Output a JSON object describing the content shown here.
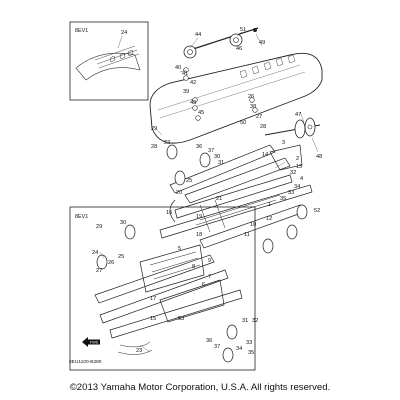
{
  "diagram": {
    "inset_top_label": "8EV1",
    "inset_bottom_label": "8EV1",
    "drawing_code": "8EU1100-B280",
    "copyright": "©2013 Yamaha Motor Corporation, U.S.A. All rights reserved.",
    "fwd_badge": "FWD"
  },
  "callouts": [
    "24",
    "44",
    "51",
    "49",
    "46",
    "41",
    "40",
    "42",
    "43",
    "39",
    "45",
    "26",
    "38",
    "27",
    "50",
    "28",
    "47",
    "48",
    "29",
    "28",
    "22",
    "36",
    "37",
    "30",
    "31",
    "25",
    "20",
    "21",
    "2",
    "13",
    "32",
    "4",
    "3",
    "34",
    "33",
    "35",
    "1",
    "14",
    "52",
    "12",
    "10",
    "11",
    "19",
    "16",
    "18",
    "17",
    "8",
    "5",
    "7",
    "6",
    "9",
    "15",
    "23",
    "53",
    "31",
    "32",
    "33",
    "34",
    "35",
    "29",
    "30",
    "36",
    "37",
    "25",
    "24",
    "26",
    "27"
  ]
}
